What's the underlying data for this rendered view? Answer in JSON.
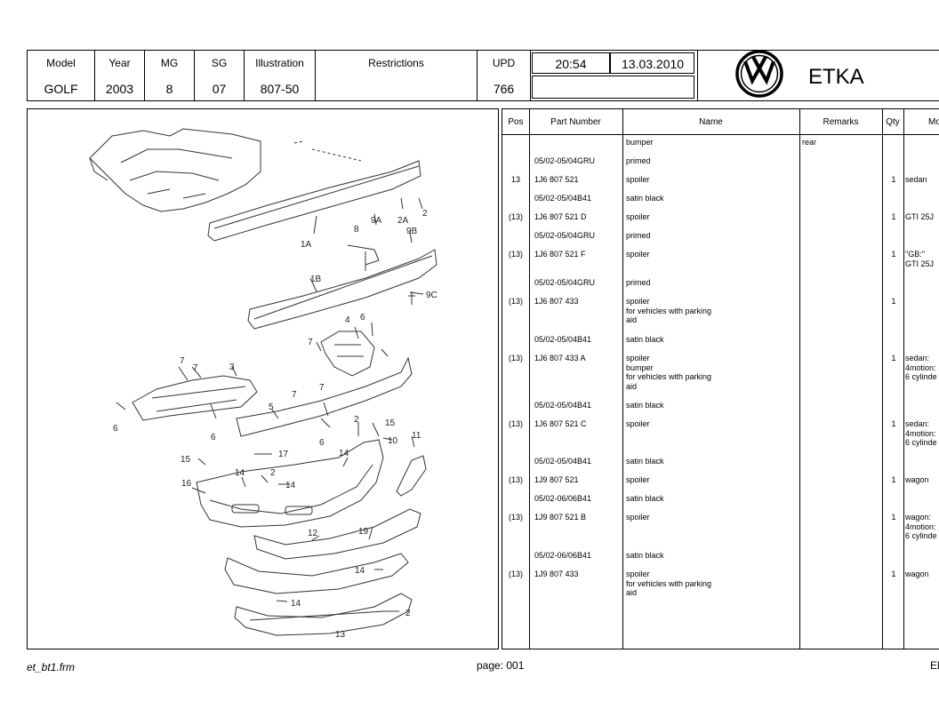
{
  "header": {
    "cols": [
      {
        "label": "Model",
        "value": "GOLF"
      },
      {
        "label": "Year",
        "value": "2003"
      },
      {
        "label": "MG",
        "value": "8"
      },
      {
        "label": "SG",
        "value": "07"
      },
      {
        "label": "Illustration",
        "value": "807-50"
      },
      {
        "label": "Restrictions",
        "value": ""
      },
      {
        "label": "UPD",
        "value": "766"
      }
    ],
    "time": "20:54",
    "date": "13.03.2010",
    "app_name": "ETKA",
    "logo": "vw-logo"
  },
  "illustration": {
    "callouts": [
      "2",
      "2A",
      "9A",
      "9B",
      "8",
      "1A",
      "1B",
      "9C",
      "4",
      "6",
      "7",
      "7",
      "3",
      "7",
      "6",
      "7",
      "5",
      "6",
      "7",
      "2",
      "15",
      "6",
      "10",
      "11",
      "17",
      "15",
      "14",
      "2",
      "14",
      "16",
      "14",
      "12",
      "19",
      "14",
      "14",
      "2",
      "13"
    ]
  },
  "parts_table": {
    "headers": [
      "Pos",
      "Part Number",
      "Name",
      "Remarks",
      "Qty",
      "Mo"
    ],
    "rows": [
      {
        "pos": "",
        "pn": "",
        "name": "bumper",
        "remarks": "rear",
        "qty": "",
        "model": ""
      },
      {
        "pos": "",
        "pn": "05/02-05/04GRU",
        "name": "primed",
        "remarks": "",
        "qty": "",
        "model": ""
      },
      {
        "pos": "13",
        "pn": "1J6 807 521",
        "name": "spoiler",
        "remarks": "",
        "qty": "1",
        "model": "sedan"
      },
      {
        "pos": "",
        "pn": "05/02-05/04B41",
        "name": "satin black",
        "remarks": "",
        "qty": "",
        "model": ""
      },
      {
        "pos": "(13)",
        "pn": "1J6 807 521 D",
        "name": "spoiler",
        "remarks": "",
        "qty": "1",
        "model": "GTI 25J"
      },
      {
        "pos": "",
        "pn": "05/02-05/04GRU",
        "name": "primed",
        "remarks": "",
        "qty": "",
        "model": ""
      },
      {
        "pos": "(13)",
        "pn": "1J6 807 521 F",
        "name": "spoiler",
        "remarks": "",
        "qty": "1",
        "model": "\"GB:\"\nGTI 25J"
      },
      {
        "pos": "",
        "pn": "05/02-05/04GRU",
        "name": "primed",
        "remarks": "",
        "qty": "",
        "model": ""
      },
      {
        "pos": "(13)",
        "pn": "1J6 807 433",
        "name": "spoiler\nfor vehicles with parking\naid",
        "remarks": "",
        "qty": "1",
        "model": ""
      },
      {
        "pos": "",
        "pn": "05/02-05/04B41",
        "name": "satin black",
        "remarks": "",
        "qty": "",
        "model": ""
      },
      {
        "pos": "(13)",
        "pn": "1J6 807 433 A",
        "name": "spoiler\nbumper\nfor vehicles with parking\naid",
        "remarks": "",
        "qty": "1",
        "model": "sedan:\n4motion:\n6 cylinde"
      },
      {
        "pos": "",
        "pn": "05/02-05/04B41",
        "name": "satin black",
        "remarks": "",
        "qty": "",
        "model": ""
      },
      {
        "pos": "(13)",
        "pn": "1J6 807 521 C",
        "name": "spoiler",
        "remarks": "",
        "qty": "1",
        "model": "sedan:\n4motion:\n6 cylinde"
      },
      {
        "pos": "",
        "pn": "05/02-05/04B41",
        "name": "satin black",
        "remarks": "",
        "qty": "",
        "model": ""
      },
      {
        "pos": "(13)",
        "pn": "1J9 807 521",
        "name": "spoiler",
        "remarks": "",
        "qty": "1",
        "model": "wagon"
      },
      {
        "pos": "",
        "pn": "05/02-06/06B41",
        "name": "satin black",
        "remarks": "",
        "qty": "",
        "model": ""
      },
      {
        "pos": "(13)",
        "pn": "1J9 807 521 B",
        "name": "spoiler",
        "remarks": "",
        "qty": "1",
        "model": "wagon:\n4motion:\n6 cylinde"
      },
      {
        "pos": "",
        "pn": "05/02-06/06B41",
        "name": "satin black",
        "remarks": "",
        "qty": "",
        "model": ""
      },
      {
        "pos": "(13)",
        "pn": "1J9 807 433",
        "name": "spoiler\nfor vehicles with parking\naid",
        "remarks": "",
        "qty": "1",
        "model": "wagon"
      }
    ]
  },
  "footer": {
    "file": "et_bt1.frm",
    "page": "page: 001",
    "right": "El"
  }
}
